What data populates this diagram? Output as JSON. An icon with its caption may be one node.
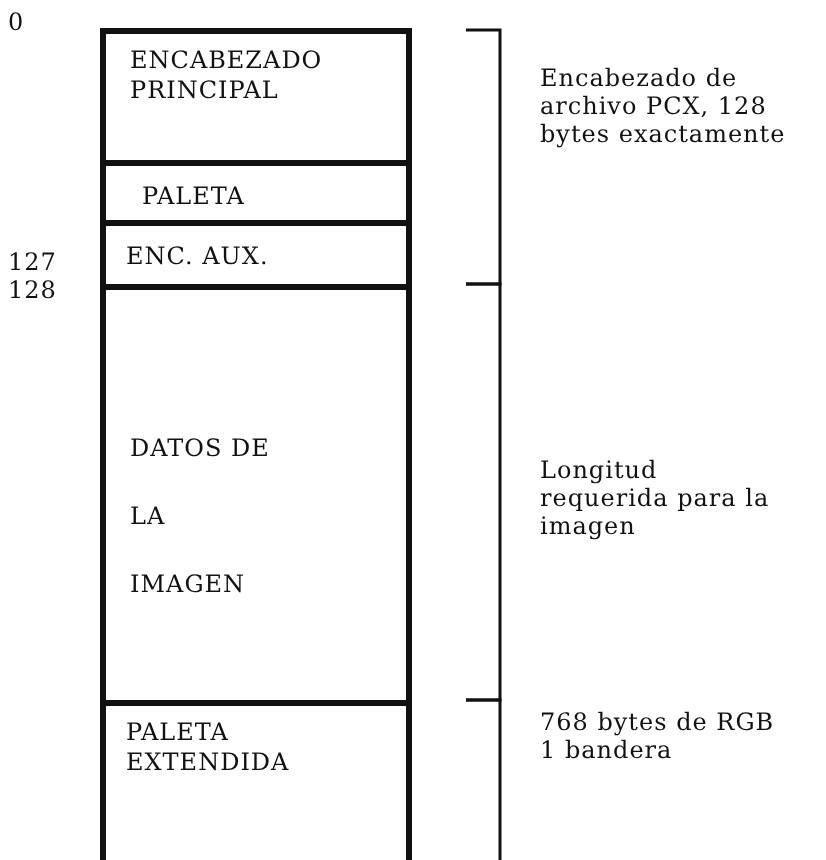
{
  "diagram": {
    "nodes": [
      {
        "text": [
          "ENCABEZADO PRINCIPAL"
        ]
      },
      {
        "text": [
          "PALETA"
        ]
      },
      {
        "text": [
          "ENC. AUX."
        ]
      },
      {
        "text": [
          "DATOS DE LA IMAGEN"
        ]
      },
      {
        "text": [
          "PALETA EXTENDIDA"
        ]
      }
    ],
    "labels": [
      "0",
      "Encabezado de archivo PCX, 128 bytes exactamente",
      "127",
      "128",
      "Longitud requerida para la imagen",
      "768 bytes de RGB 1 bandera"
    ]
  }
}
